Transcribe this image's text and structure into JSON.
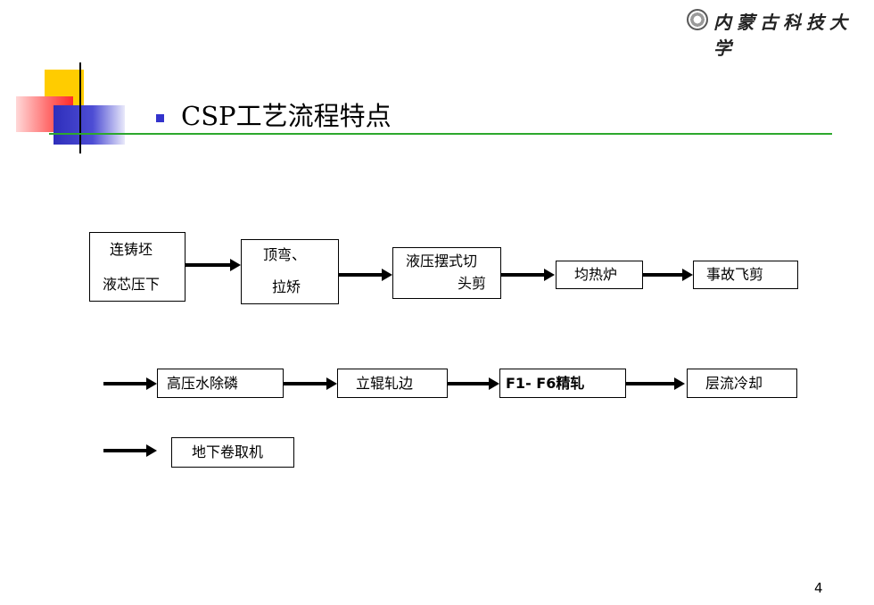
{
  "header": {
    "university_name": "内蒙古科技大学"
  },
  "slide": {
    "title": "CSP工艺流程特点",
    "page_number": "4"
  },
  "flow": {
    "row1": [
      {
        "lines": [
          "连铸坯",
          "液芯压下"
        ]
      },
      {
        "lines": [
          "顶弯、",
          "拉矫"
        ]
      },
      {
        "lines": [
          "液压摆式切",
          "头剪"
        ]
      },
      {
        "lines": [
          "均热炉"
        ]
      },
      {
        "lines": [
          "事故飞剪"
        ]
      }
    ],
    "row2": [
      {
        "lines": [
          "高压水除磷"
        ]
      },
      {
        "lines": [
          "立辊轧边"
        ]
      },
      {
        "lines": [
          "F1- F6精轧"
        ]
      },
      {
        "lines": [
          "层流冷却"
        ]
      }
    ],
    "row3": [
      {
        "lines": [
          "地下卷取机"
        ]
      }
    ]
  }
}
